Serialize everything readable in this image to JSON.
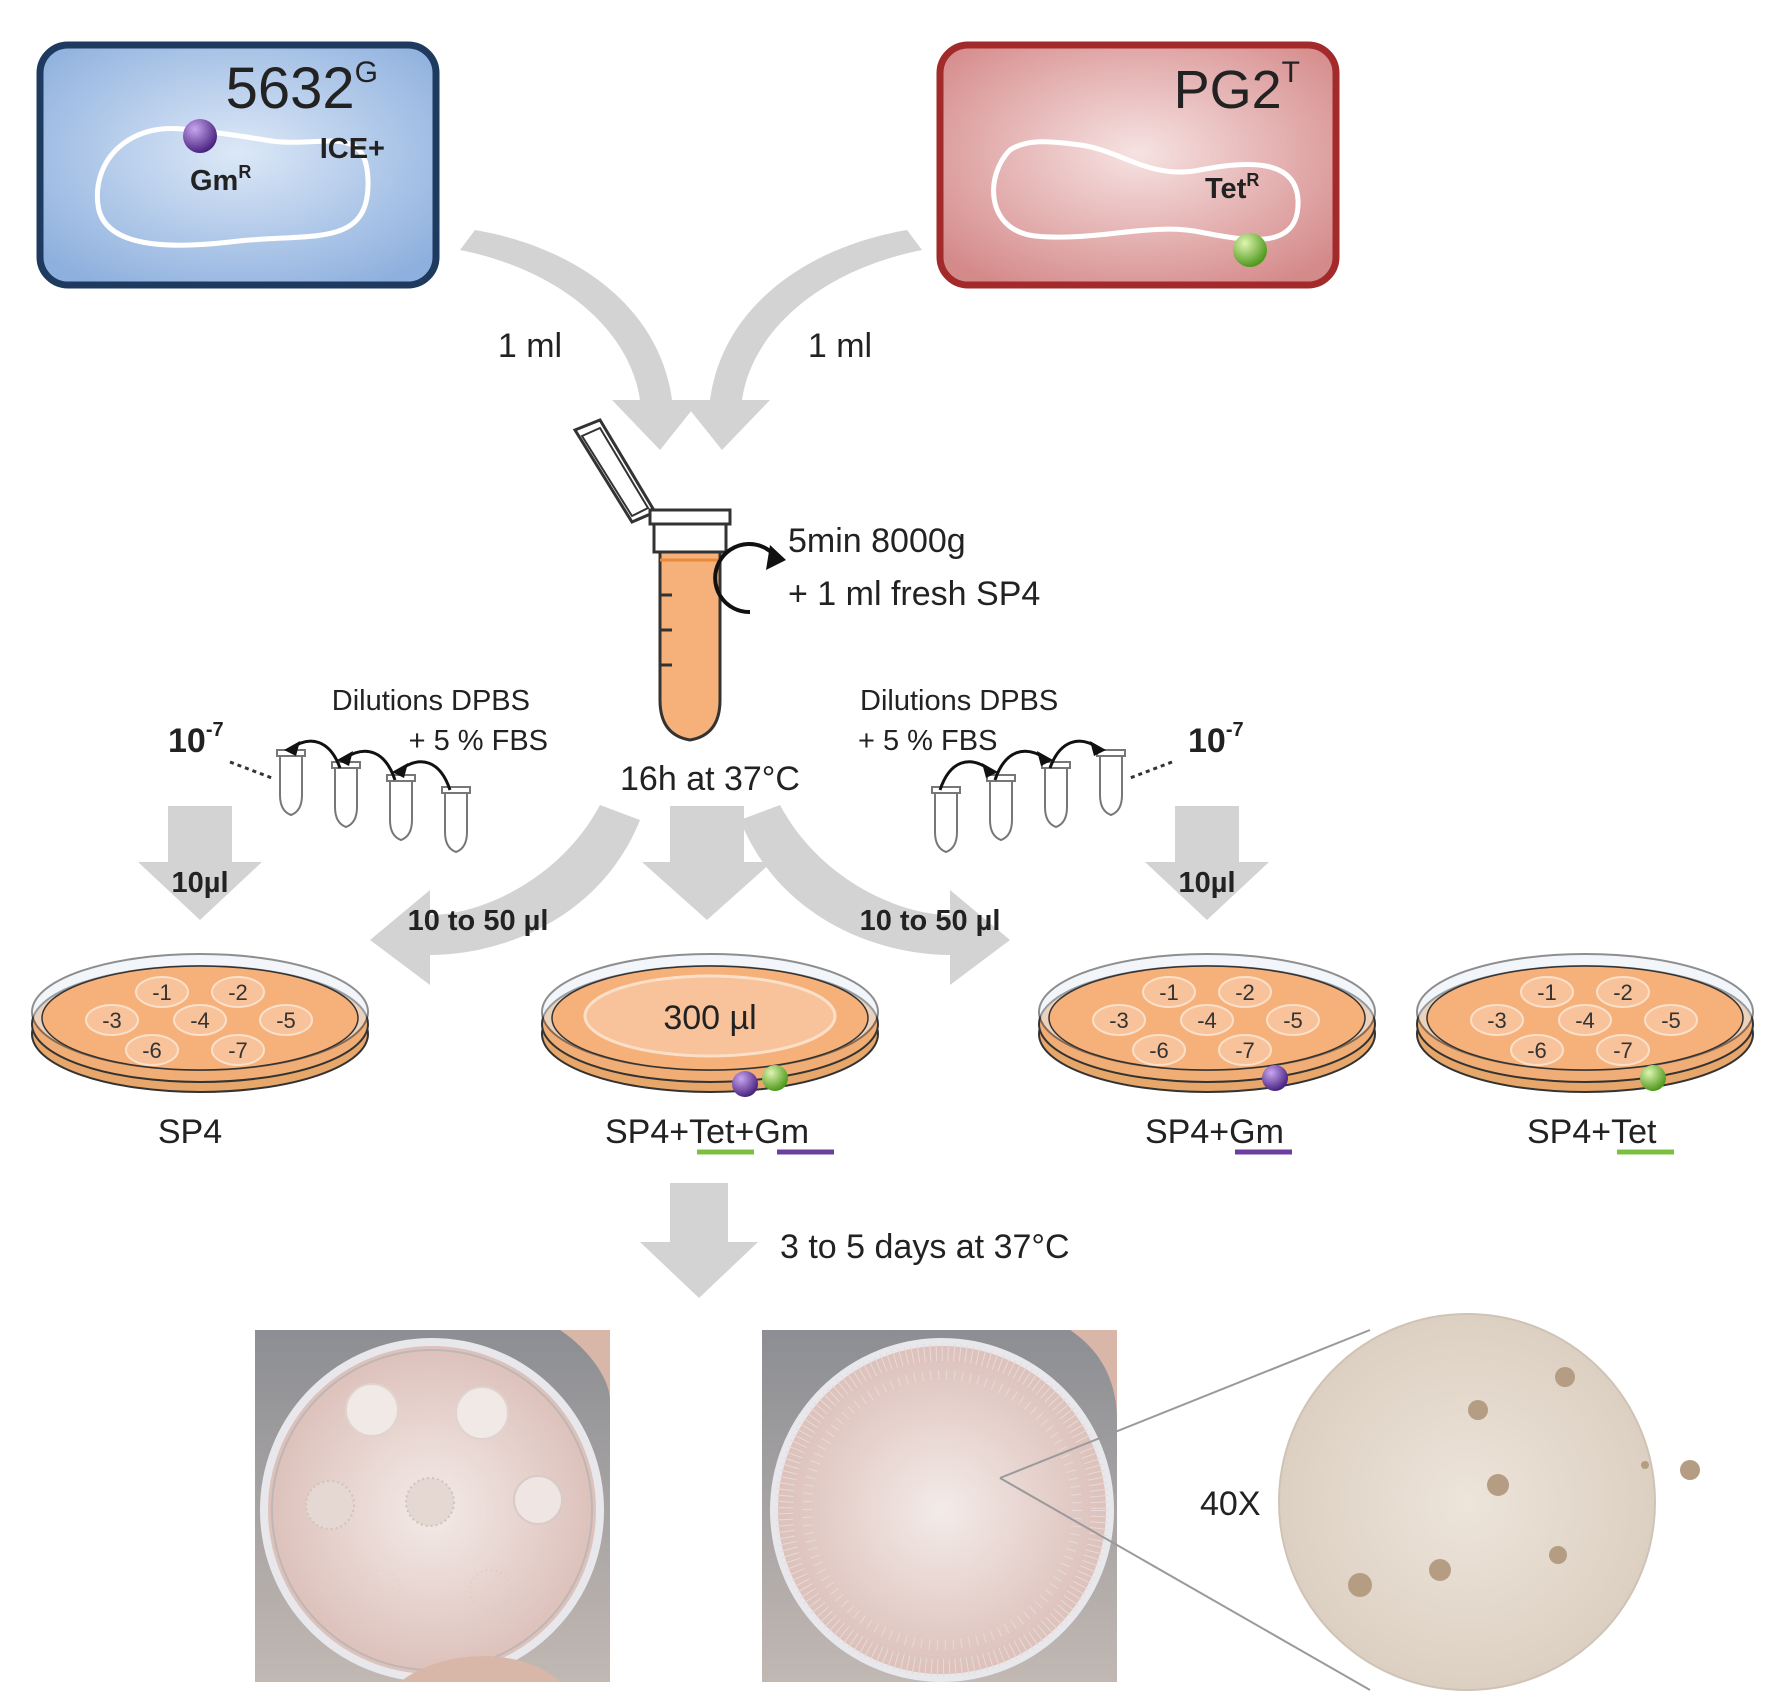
{
  "strains": {
    "donor": {
      "name": "5632",
      "superscript": "G",
      "marker": "Gm",
      "marker_sup": "R",
      "tag": "ICE+",
      "color": "#6b3fa0"
    },
    "recipient": {
      "name": "PG2",
      "superscript": "T",
      "marker": "Tet",
      "marker_sup": "R",
      "color": "#7cc043"
    }
  },
  "volumes": {
    "donor": "1 ml",
    "recipient": "1 ml"
  },
  "centrifuge": {
    "line1": "5min 8000g",
    "line2": "+ 1 ml fresh SP4"
  },
  "incubation": "16h at 37°C",
  "dilutions": {
    "left": {
      "line1": "Dilutions DPBS",
      "line2": "+ 5 % FBS",
      "factor": "10",
      "exponent": "-7"
    },
    "right": {
      "line1": "Dilutions DPBS",
      "line2": "+ 5 % FBS",
      "factor": "10",
      "exponent": "-7"
    }
  },
  "transfer_volumes": {
    "left_spot": "10µl",
    "left_mix": "10 to 50 µl",
    "right_mix": "10 to 50 µl",
    "right_spot": "10µl"
  },
  "spots": [
    "-1",
    "-2",
    "-3",
    "-4",
    "-5",
    "-6",
    "-7"
  ],
  "plates": {
    "sp4": {
      "label": "SP4"
    },
    "mating": {
      "volume": "300 µl",
      "base": "SP4+",
      "m1": "Tet",
      "plus": "+",
      "m2": "Gm"
    },
    "gm": {
      "base": "SP4+",
      "m1": "Gm"
    },
    "tet": {
      "base": "SP4+",
      "m1": "Tet"
    }
  },
  "final_incubation": "3 to 5 days at 37°C",
  "magnification": "40X",
  "colors": {
    "donor_box": "#a9c4e6",
    "donor_border": "#1e3a5f",
    "recipient_box": "#e7a9a9",
    "recipient_border": "#a32a2a",
    "medium": "#f6b07a",
    "arrow": "#d3d3d3",
    "purple": "#6b3fa0",
    "green": "#7cc043"
  }
}
